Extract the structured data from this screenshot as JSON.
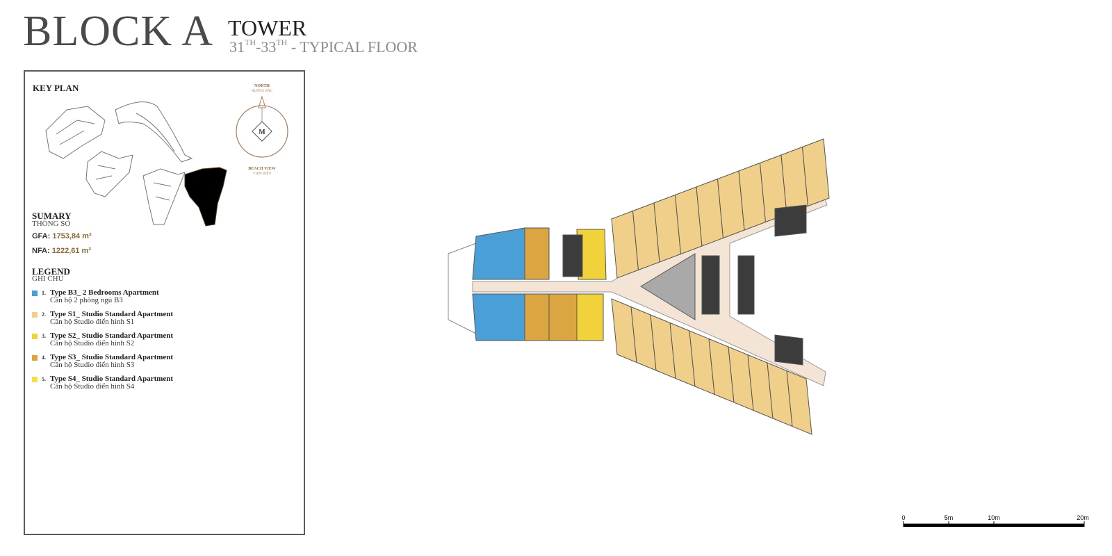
{
  "header": {
    "block": "BLOCK A",
    "tower": "TOWER",
    "floor_a": "31",
    "floor_a_sup": "TH",
    "floor_b": "-33",
    "floor_b_sup": "TH",
    "floor_rest": " - TYPICAL FLOOR"
  },
  "keyplan": {
    "title": "KEY PLAN",
    "highlight_color": "#8a5a2a"
  },
  "compass": {
    "north": "NORTH",
    "north_vn": "HƯỚNG BẮC",
    "center": "M",
    "beach": "BEACH VIEW",
    "beach_vn": "VIEW BIỂN"
  },
  "summary": {
    "title": "SUMARY",
    "subtitle": "THÔNG SỐ",
    "gfa_label": "GFA:",
    "gfa_value": "1753,84 m²",
    "nfa_label": "NFA:",
    "nfa_value": "1222,61 m²"
  },
  "legend": {
    "title": "LEGEND",
    "subtitle": "GHI CHÚ",
    "items": [
      {
        "num": "1.",
        "en": "Type B3_ 2 Bedrooms Apartment",
        "vn": "Căn hộ 2 phòng ngủ B3",
        "color": "#4a9fd6"
      },
      {
        "num": "2.",
        "en": "Type S1_ Studio Standard Apartment",
        "vn": "Căn hộ Studio điển hình S1",
        "color": "#f0cf8a"
      },
      {
        "num": "3.",
        "en": "Type S2_ Studio Standard Apartment",
        "vn": "Căn hộ Studio điển hình S2",
        "color": "#f2d23a"
      },
      {
        "num": "4.",
        "en": "Type S3_ Studio Standard Apartment",
        "vn": "Căn hộ Studio điển hình S3",
        "color": "#dba542"
      },
      {
        "num": "5.",
        "en": "Type S4_ Studio Standard Apartment",
        "vn": "Căn hộ Studio điển hình S4",
        "color": "#f5e04a"
      }
    ]
  },
  "scale": {
    "t0": "0",
    "t1": "5m",
    "t2": "10m",
    "t3": "20m"
  },
  "colors": {
    "corridor": "#f3e4d6",
    "core": "#a9a9a9",
    "stair": "#3c3c3c",
    "outline": "#555555"
  }
}
